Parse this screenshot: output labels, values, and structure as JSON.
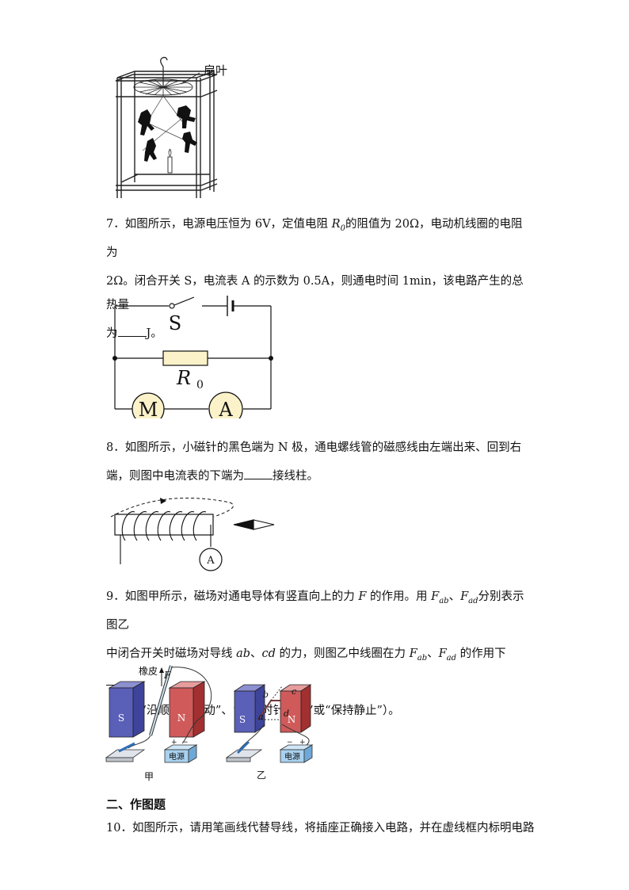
{
  "fig_lantern": {
    "label": "扇叶"
  },
  "q7": {
    "number": "7．",
    "line1a": "如图所示，电源电压恒为 6V，定值电阻 ",
    "r0_symbol": "R",
    "r0_sub": "0",
    "line1b": "的阻值为 20Ω，电动机线圈的电阻为",
    "line2": "2Ω。闭合开关 S，电流表 A 的示数为 0.5A，则通电时间 1min，该电路产生的总热量",
    "line3a": "为",
    "line3b": "J。",
    "circuit": {
      "switch_label": "S",
      "resistor_symbol": "R",
      "resistor_sub": "0",
      "motor_label": "M",
      "ammeter_label": "A"
    }
  },
  "q8": {
    "number": "8．",
    "line1": "如图所示，小磁针的黑色端为 N 极，通电螺线管的磁感线由左端出来、回到右",
    "line2a": "端，则图中电流表的下端为",
    "line2b": "接线柱。",
    "ammeter_label": "A"
  },
  "q9": {
    "number": "9．",
    "line1a": "如图甲所示，磁场对通电导体有竖直向上的力 ",
    "F": "F",
    "line1b": " 的作用。用 ",
    "Fab_base": "F",
    "Fab_sub": "ab",
    "sep1": "、",
    "Fad_base": "F",
    "Fad_sub": "ad",
    "line1c": "分别表示图乙",
    "line2a": "中闭合开关时磁场对导线 ",
    "ab": "ab",
    "sep2": "、",
    "cd": "cd",
    "line2b": " 的力，则图乙中线圈在力 ",
    "line2c": " 的作用下",
    "line3": "（选填“沿顺时针转动”、“沿逆时针转动”或“保持静止”）。",
    "fig_jia": {
      "eraser": "橡皮",
      "force": "F",
      "s": "S",
      "n": "N",
      "plus": "+",
      "minus": "−",
      "power": "电源",
      "caption": "甲"
    },
    "fig_yi": {
      "b": "b",
      "c": "c",
      "a": "a",
      "d": "d",
      "s": "S",
      "n": "N",
      "minus": "−",
      "plus": "+",
      "power": "电源",
      "caption": "乙"
    }
  },
  "section2": {
    "title": "二、作图题"
  },
  "q10": {
    "number": "10．",
    "line1": "如图所示，请用笔画线代替导线，将插座正确接入电路，并在虚线框内标明电路"
  }
}
